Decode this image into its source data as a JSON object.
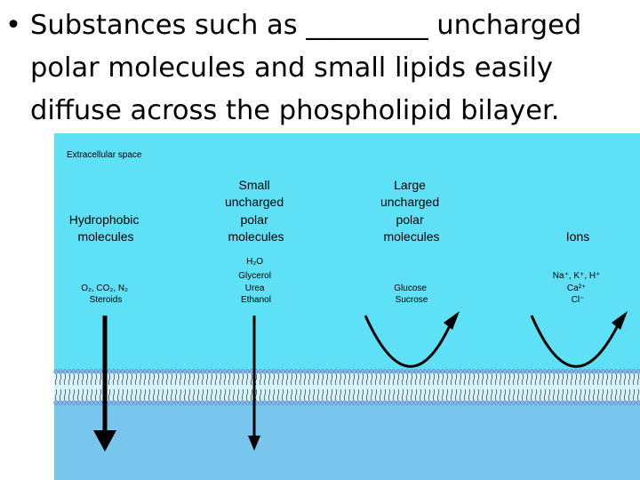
{
  "slide": {
    "bullet": "•",
    "line1": "Substances such as _________ uncharged",
    "line2": "polar molecules and small lipids easily",
    "line3": "diffuse across the phospholipid bilayer."
  },
  "diagram": {
    "region_label": "Extracellular space",
    "columns": [
      {
        "heading": [
          "Hydrophobic",
          "molecules"
        ],
        "examples": [
          "O₂, CO₂, N₂",
          "Steroids"
        ],
        "passes": true
      },
      {
        "heading": [
          "Small",
          "uncharged",
          "polar",
          "molecules"
        ],
        "examples": [
          "H₂O",
          "Glycerol",
          "Urea",
          "Ethanol"
        ],
        "passes": true
      },
      {
        "heading": [
          "Large",
          "uncharged",
          "polar",
          "molecules"
        ],
        "examples": [
          "Glucose",
          "Sucrose"
        ],
        "passes": false
      },
      {
        "heading": [
          "Ions"
        ],
        "examples": [
          "Na⁺, K⁺, H⁺",
          "Ca²⁺",
          "Cl⁻"
        ],
        "passes": false
      }
    ],
    "colors": {
      "extracellular": "#5ee0f6",
      "cytoplasm": "#78c6ee",
      "membrane_heads": "#7fb4ea",
      "arrow": "#000000"
    }
  }
}
